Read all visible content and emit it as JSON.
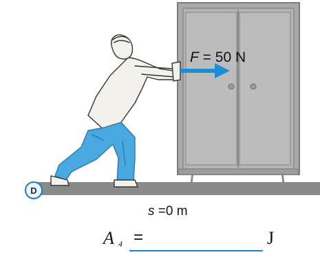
{
  "colors": {
    "ground": "#8a8a8a",
    "cabinet": "#b0b0b0",
    "cabinet_dark": "#8c8c8c",
    "arrow": "#1b8fd6",
    "jeans": "#49a8e0",
    "badge_ring": "#1b7fc4"
  },
  "panel": {
    "badge": "D"
  },
  "force": {
    "symbol": "F",
    "equals": "=",
    "value": "50",
    "unit": "N"
  },
  "distance": {
    "symbol": "s",
    "equals": "=",
    "value": "0",
    "unit": "m"
  },
  "work": {
    "symbol": "A",
    "subscript": "4",
    "equals": "=",
    "unit": "J"
  }
}
